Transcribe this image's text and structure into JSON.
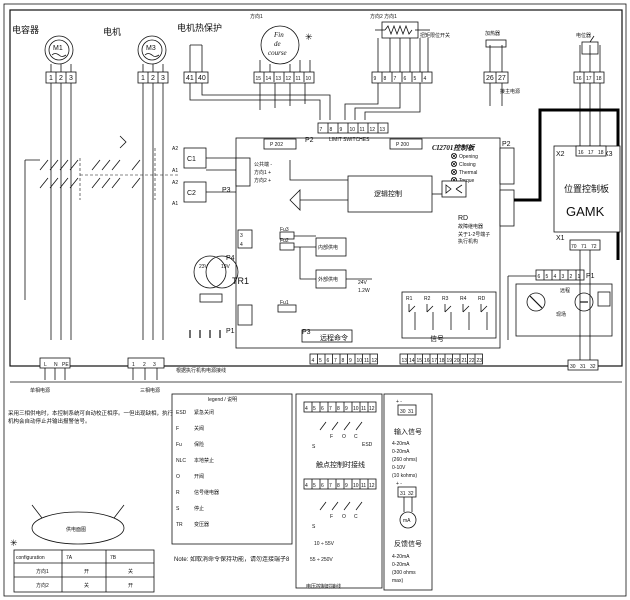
{
  "top_labels": {
    "capacitor": "电容器",
    "motor": "电机",
    "motor_thermal": "电机热保护",
    "dir_close": "方向1",
    "dir_2_1": "方向2  方向1",
    "fin_de_course_1": "Fin",
    "fin_de_course_2": "de",
    "fin_de_course_3": "course",
    "torque_switch": "扭矩限位开关",
    "heater": "加热器",
    "main_power": "接主电源",
    "positioner": "电位器"
  },
  "motor_symbols": {
    "m1": "M1",
    "m3": "M3"
  },
  "top_terminals": {
    "cap": [
      "1",
      "2",
      "3"
    ],
    "motor": [
      "1",
      "2",
      "3"
    ],
    "thermal": [
      "41",
      "40"
    ],
    "limit": [
      "15",
      "14",
      "13",
      "12",
      "11",
      "10"
    ],
    "torque": [
      "9",
      "8",
      "7",
      "6",
      "5",
      "4"
    ],
    "heater": [
      "26",
      "27"
    ],
    "pot": [
      "16",
      "17",
      "18"
    ]
  },
  "board": {
    "p202": "P 202",
    "p200": "P 200",
    "p2": "P2",
    "p3": "P3",
    "p4": "P4",
    "p1": "P1",
    "limit_row": [
      "7",
      "8",
      "9",
      "10",
      "11",
      "12",
      "13"
    ],
    "limit_label": "LIMIT SWITCHES",
    "ci_title": "CI2701控制板",
    "status": [
      "Opening",
      "Closing",
      "Thermal",
      "Torque"
    ],
    "logic": "逻辑控制",
    "c1": "C1",
    "c2": "C2",
    "a1a": "A1",
    "a2a": "A2",
    "a1b": "A1",
    "a2b": "A2",
    "common": "公共端 -",
    "dir1": "方向1 +",
    "dir2": "方向2 +",
    "fu3": "Fu3",
    "fu2": "Fu2",
    "fu1": "Fu1",
    "inner_power": "内部供电",
    "ext_power": "外部供电",
    "v24": "24V",
    "w12": "1.2W",
    "tr1": "TR1",
    "v23": "23V",
    "v19": "19V",
    "rd": "RD",
    "rd_note": "故障继电器",
    "relays": [
      "R1",
      "R2",
      "R3",
      "R4",
      "RD"
    ],
    "remote_cmd": "远程命令",
    "signal": "信号",
    "rows_a": [
      "4",
      "5",
      "6",
      "7",
      "8",
      "9",
      "10",
      "11",
      "12"
    ],
    "rows_b": [
      "13",
      "14",
      "15",
      "16",
      "17",
      "18",
      "19",
      "20",
      "21",
      "22",
      "23"
    ],
    "left_terms": [
      "1",
      "2",
      "3",
      "L",
      "N",
      "PE"
    ],
    "bottom_note": "根据执行机构电源接线",
    "power_left": "单相电源",
    "power_right": "三相电源",
    "dir_left": "开",
    "dir_right": "关",
    "p1_terms": [
      "6",
      "5",
      "4",
      "3",
      "2",
      "1"
    ]
  },
  "positioner": {
    "x2": "X2",
    "x3": "X3",
    "x1": "X1",
    "title": "位置控制板",
    "gamk": "GAMK",
    "top_terms": [
      "16",
      "17",
      "18"
    ],
    "mid_terms": [
      "70",
      "71",
      "72"
    ],
    "bot_terms": [
      "30",
      "31",
      "32"
    ],
    "knob1": "远程",
    "knob2": "现场"
  },
  "bottom": {
    "warning": "采用三相供电时，本控制系统可自动校正相序。一但出现缺相，执行机构会自动停止并输出报警信号。",
    "legend_title": "legend / 说明",
    "legend": [
      [
        "ESD",
        "紧急关闭"
      ],
      [
        "F",
        "关阀"
      ],
      [
        "Fu",
        "保险"
      ],
      [
        "NLC",
        "本地禁止"
      ],
      [
        "O",
        "开阀"
      ],
      [
        "R",
        "信号继电器"
      ],
      [
        "S",
        "停止"
      ],
      [
        "TR",
        "变压器"
      ]
    ],
    "note": "Note: 如取消命令保持功能，请勿连接端子8",
    "ellipse_label": "供电面图",
    "config_headers": [
      "configuration",
      "7A",
      "7B"
    ],
    "config_rows": [
      [
        "方向1",
        "开",
        "关"
      ],
      [
        "方向2",
        "关",
        "开"
      ]
    ],
    "contact_title": "触点控制时接线",
    "wire_rows": [
      "4",
      "5",
      "6",
      "7",
      "8",
      "9",
      "10",
      "11",
      "12"
    ],
    "v10_55": "10 ÷ 55V",
    "v55_250": "55 ÷ 250V",
    "electrical": "电压控制时接线",
    "input_terms": [
      "30",
      "31"
    ],
    "input_title": "输入信号",
    "input_spec": [
      "4-20mA",
      "0-20mA",
      "(260 ohms)",
      "0-10V",
      "(10 kohms)"
    ],
    "fb_terms": [
      "31",
      "32"
    ],
    "fb_title": "反馈信号",
    "fb_spec": [
      "4-20mA",
      "0-20mA",
      "(300 ohms",
      "max)"
    ],
    "ma": "mA",
    "plusminus": "+  -"
  }
}
